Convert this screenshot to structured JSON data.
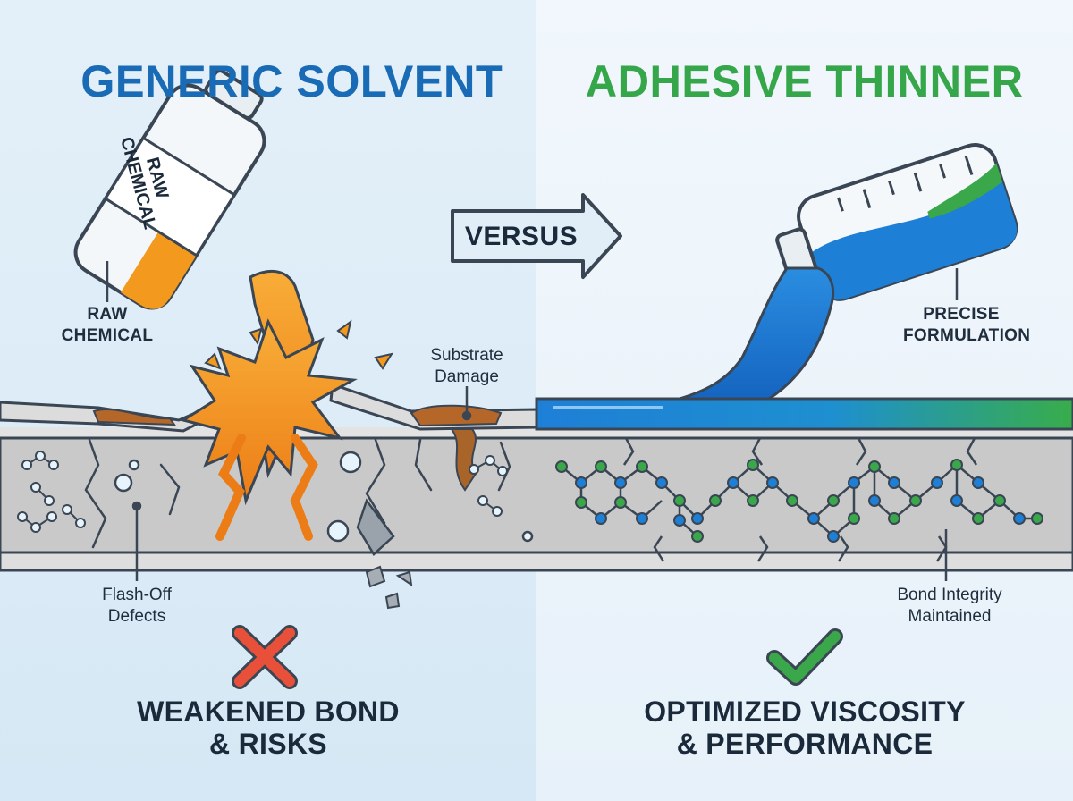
{
  "left": {
    "title": "GENERIC SOLVENT",
    "bottle_label_line1": "RAW",
    "bottle_label_line2": "CHEMICAL",
    "callout_raw_line1": "RAW",
    "callout_raw_line2": "CHEMICAL",
    "callout_damage_line1": "Substrate",
    "callout_damage_line2": "Damage",
    "callout_defects_line1": "Flash-Off",
    "callout_defects_line2": "Defects",
    "verdict_line1": "WEAKENED BOND",
    "verdict_line2": "& RISKS",
    "verdict_icon": "x-mark-icon"
  },
  "right": {
    "title": "ADHESIVE THINNER",
    "callout_formulation_line1": "PRECISE",
    "callout_formulation_line2": "FORMULATION",
    "callout_bond_line1": "Bond Integrity",
    "callout_bond_line2": "Maintained",
    "verdict_line1": "OPTIMIZED VISCOSITY",
    "verdict_line2": "& PERFORMANCE",
    "verdict_icon": "check-mark-icon"
  },
  "center": {
    "versus_label": "VERSUS"
  },
  "colors": {
    "left_title": "#1a6bb5",
    "right_title": "#36a64a",
    "raw_chemical": "#f39a1e",
    "thinner_blue": "#1e7fd6",
    "thinner_green": "#3aa84a",
    "x_mark": "#e8503a",
    "check_mark": "#3aa84a"
  }
}
